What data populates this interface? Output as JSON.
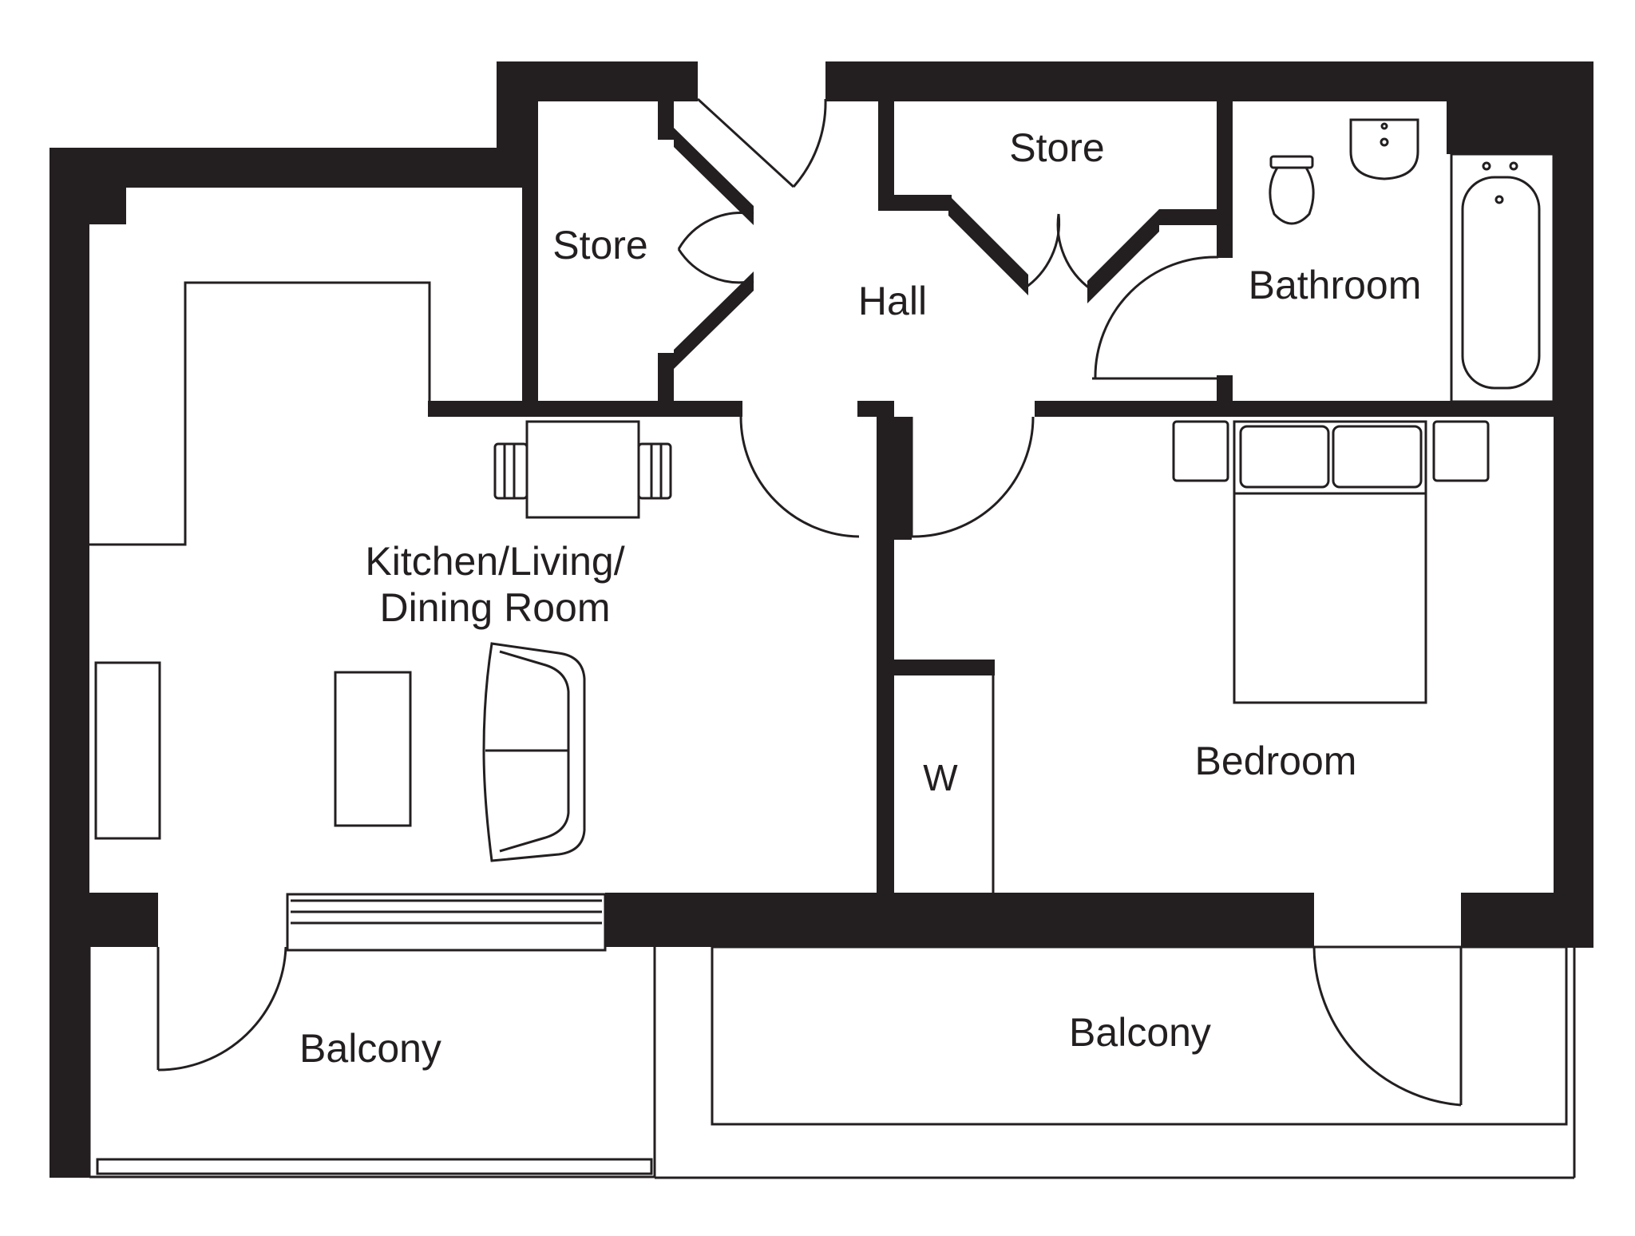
{
  "rooms": {
    "store_left": "Store",
    "store_top": "Store",
    "hall": "Hall",
    "bathroom": "Bathroom",
    "kitchen_line1": "Kitchen/Living/",
    "kitchen_line2": "Dining Room",
    "bedroom": "Bedroom",
    "wardrobe": "W",
    "balcony_left": "Balcony",
    "balcony_right": "Balcony"
  },
  "colors": {
    "wall": "#231f20",
    "background": "#ffffff"
  }
}
